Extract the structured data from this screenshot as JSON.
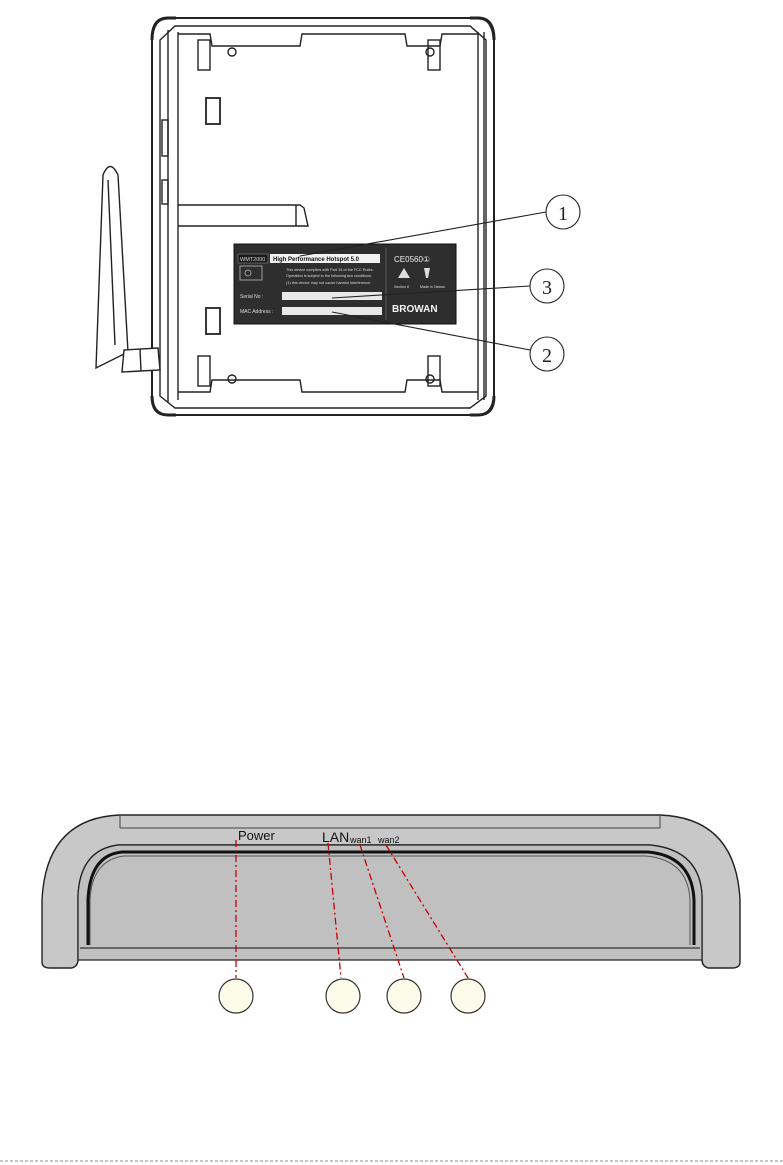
{
  "top_view": {
    "label": {
      "model": "WMT2000",
      "product": "High Performance Hotspot 5.0",
      "note_line1": "This device complies with Part 15 of the FCC Rules.",
      "note_line2": "Operation is subject to the following two conditions.",
      "note_line3": "(1) this device may not cause harmful interference.",
      "serial_label": "Serial No :",
      "mac_label": "MAC Address :",
      "cert_marks": "CE0560①",
      "brand": "BROWAN",
      "cert_caption_1": "Section 8",
      "cert_caption_2": "Made in Taiwan"
    },
    "callouts": [
      "1",
      "3",
      "2"
    ]
  },
  "front_view": {
    "led_labels": [
      "Power",
      "LAN",
      "wan1",
      "wan2"
    ]
  },
  "colors": {
    "line": "#222222",
    "dash": "#cc0000",
    "body_fill": "#c8c8c8",
    "label_fill": "#2e2e2e"
  }
}
